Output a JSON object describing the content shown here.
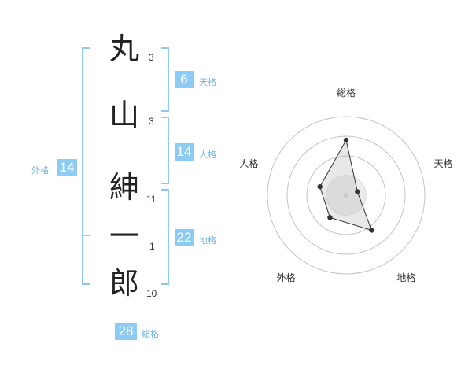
{
  "name_chars": [
    {
      "char": "丸",
      "strokes": "3"
    },
    {
      "char": "山",
      "strokes": "3"
    },
    {
      "char": "紳",
      "strokes": "11"
    },
    {
      "char": "一",
      "strokes": "1"
    },
    {
      "char": "郎",
      "strokes": "10"
    }
  ],
  "fortune": {
    "tenkaku": {
      "value": "6",
      "label": "天格"
    },
    "jinkaku": {
      "value": "14",
      "label": "人格"
    },
    "chikaku": {
      "value": "22",
      "label": "地格"
    },
    "gaikaku": {
      "value": "14",
      "label": "外格"
    },
    "soukaku": {
      "value": "28",
      "label": "総格"
    }
  },
  "colors": {
    "accent": "#8cccf4",
    "bracket": "#8fc9ef",
    "label": "#6db5e3"
  },
  "chart_data": {
    "type": "radar",
    "axes": [
      "総格",
      "天格",
      "地格",
      "外格",
      "人格"
    ],
    "values": [
      28,
      6,
      22,
      14,
      14
    ],
    "rings": 4
  }
}
